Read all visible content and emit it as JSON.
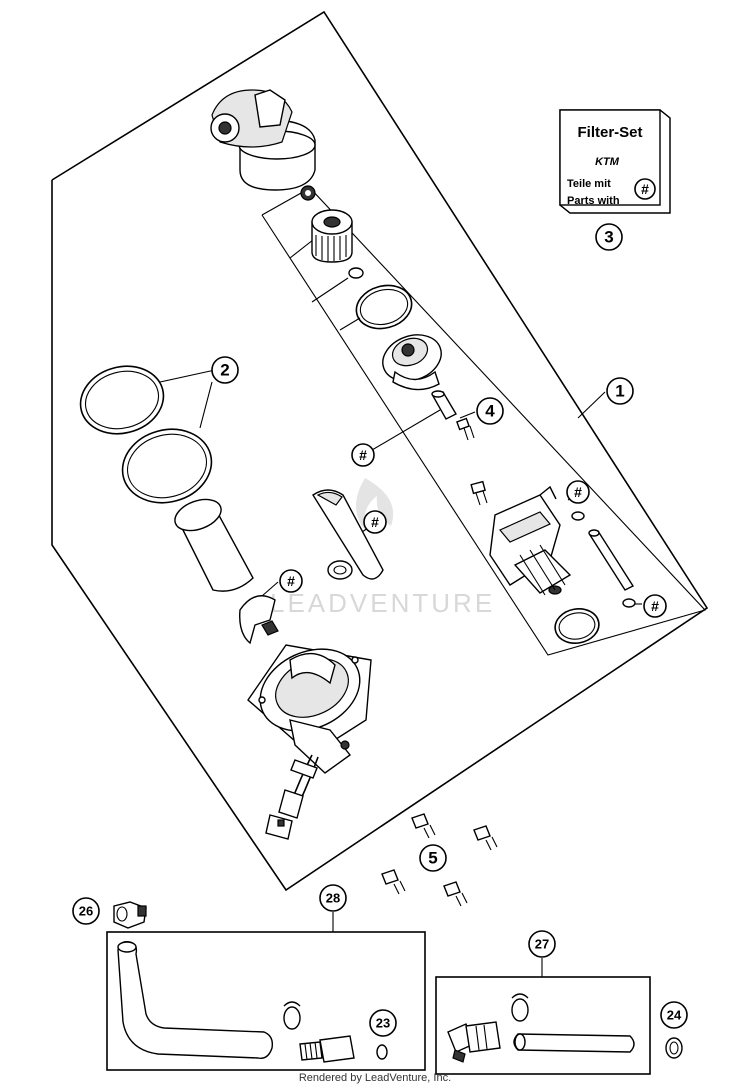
{
  "watermark": "LEADVENTURE",
  "footer": "Rendered by LeadVenture, Inc.",
  "filter_set_box": {
    "title": "Filter-Set",
    "brand": "KTM",
    "line1": "Teile mit",
    "line2": "Parts with",
    "hash": "#"
  },
  "callouts": {
    "c1": "1",
    "c2": "2",
    "c3": "3",
    "c4": "4",
    "c5": "5",
    "c23": "23",
    "c24": "24",
    "c26": "26",
    "c27": "27",
    "c28": "28"
  },
  "hash_marker": "#"
}
